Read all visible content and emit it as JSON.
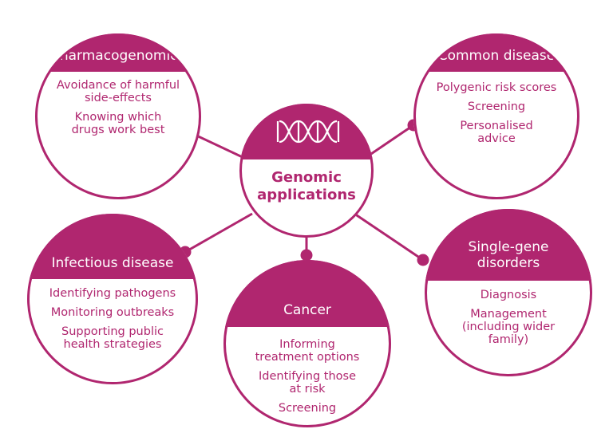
{
  "colors": {
    "accent": "#b0266f",
    "background": "#ffffff"
  },
  "center": {
    "title": "Genomic\napplications",
    "icon": "dna-icon"
  },
  "nodes": {
    "pharmacogenomics": {
      "title": "Pharmacogenomics",
      "items": [
        "Avoidance of harmful\nside-effects",
        "Knowing which\ndrugs work best"
      ]
    },
    "common": {
      "title": "Common disease",
      "items": [
        "Polygenic risk scores",
        "Screening",
        "Personalised\nadvice"
      ]
    },
    "infectious": {
      "title": "Infectious disease",
      "items": [
        "Identifying pathogens",
        "Monitoring outbreaks",
        "Supporting public\nhealth strategies"
      ]
    },
    "cancer": {
      "title": "Cancer",
      "items": [
        "Informing\ntreatment options",
        "Identifying those\nat risk",
        "Screening"
      ]
    },
    "single": {
      "title": "Single-gene\ndisorders",
      "items": [
        "Diagnosis",
        "Management\n(including wider\nfamily)"
      ]
    }
  }
}
